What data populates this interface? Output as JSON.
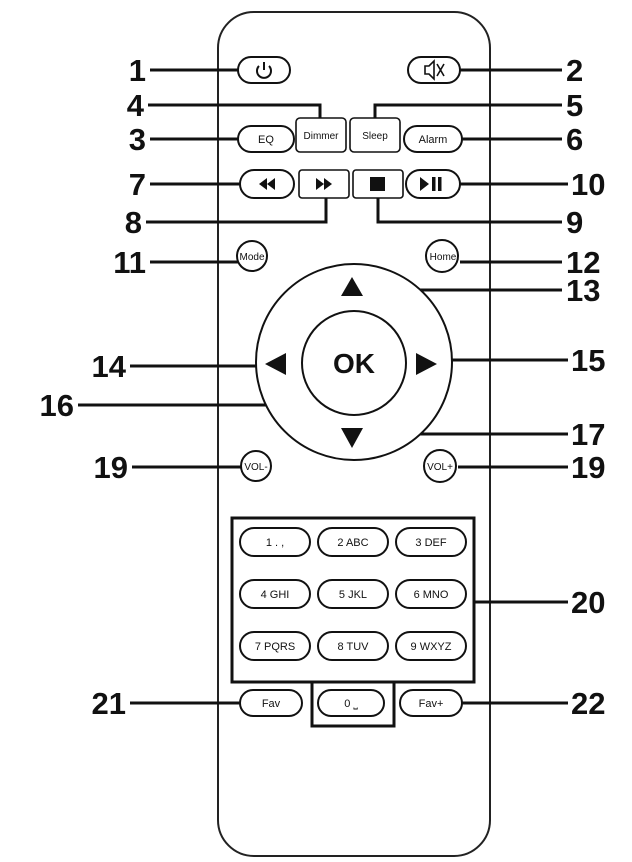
{
  "buttons": {
    "eq": "EQ",
    "dimmer": "Dimmer",
    "sleep": "Sleep",
    "alarm": "Alarm",
    "mode": "Mode",
    "home": "Home",
    "ok": "OK",
    "vol_down": "VOL-",
    "vol_up": "VOL+",
    "fav_minus": "Fav",
    "fav_plus": "Fav+",
    "zero": "0 ⎵"
  },
  "keypad": [
    [
      "1 . ,",
      "2 ABC",
      "3 DEF"
    ],
    [
      "4 GHI",
      "5 JKL",
      "6 MNO"
    ],
    [
      "7 PQRS",
      "8 TUV",
      "9 WXYZ"
    ]
  ],
  "icons": {
    "power": "power-icon",
    "mute": "mute-icon",
    "rewind": "rewind-icon",
    "forward": "fast-forward-icon",
    "stop": "stop-icon",
    "play_pause": "play-pause-icon",
    "up": "arrow-up-icon",
    "down": "arrow-down-icon",
    "left": "arrow-left-icon",
    "right": "arrow-right-icon"
  },
  "callouts": {
    "c1": "1",
    "c2": "2",
    "c3": "3",
    "c4": "4",
    "c5": "5",
    "c6": "6",
    "c7": "7",
    "c8": "8",
    "c9": "9",
    "c10": "10",
    "c11": "11",
    "c12": "12",
    "c13": "13",
    "c14": "14",
    "c15": "15",
    "c16": "16",
    "c17": "17",
    "c19a": "19",
    "c19b": "19",
    "c20": "20",
    "c21": "21",
    "c22": "22"
  }
}
